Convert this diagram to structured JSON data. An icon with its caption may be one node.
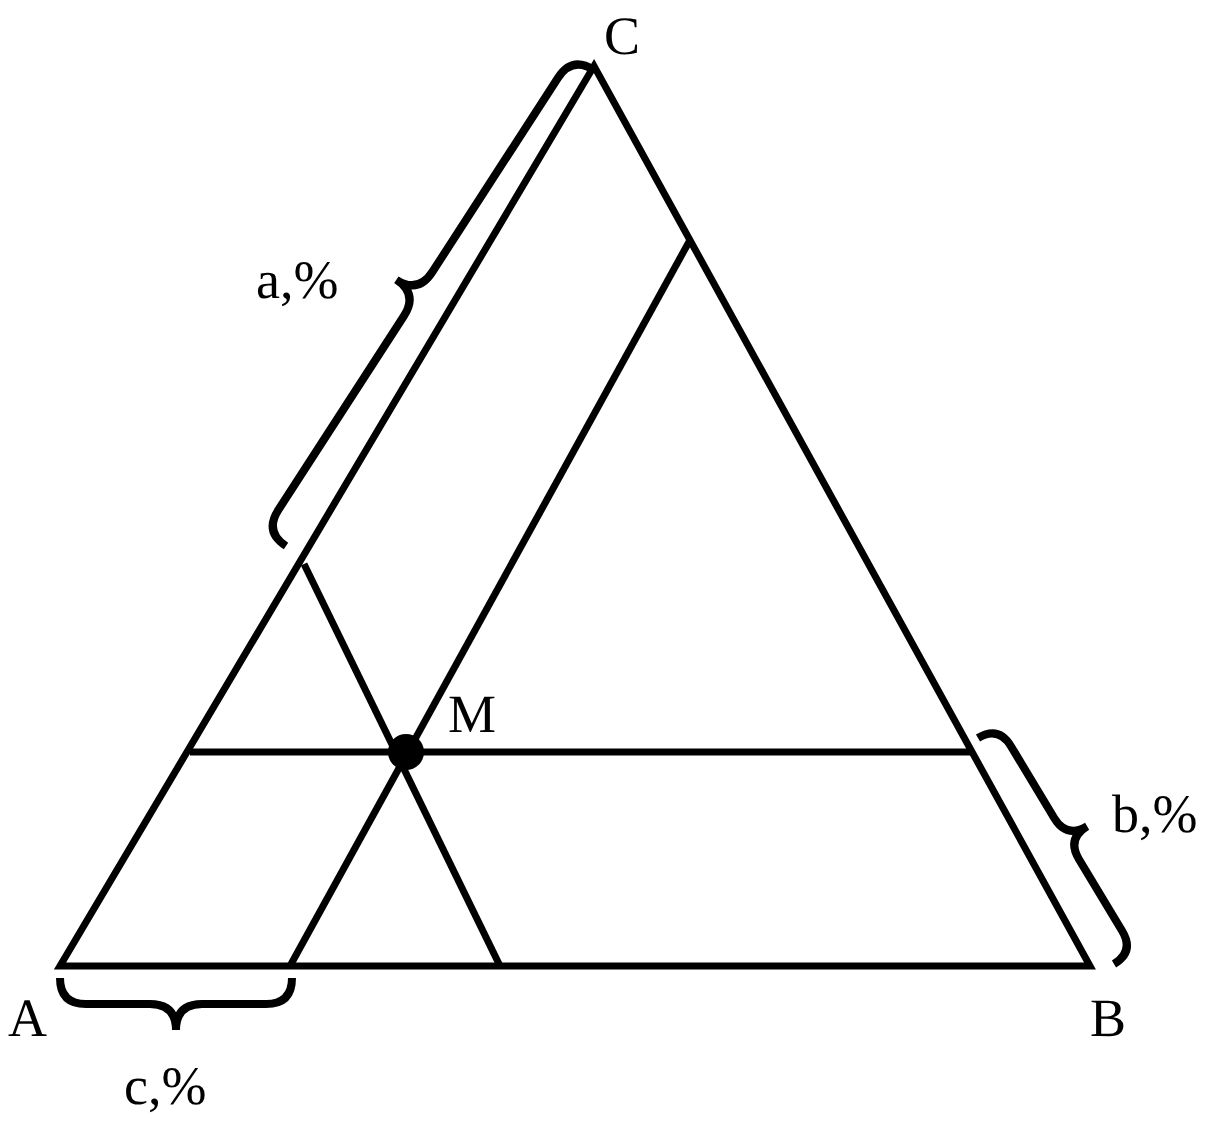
{
  "diagram": {
    "labels": [
      "C",
      "a,%",
      "M",
      "b,%",
      "A",
      "B",
      "c,%"
    ]
  }
}
